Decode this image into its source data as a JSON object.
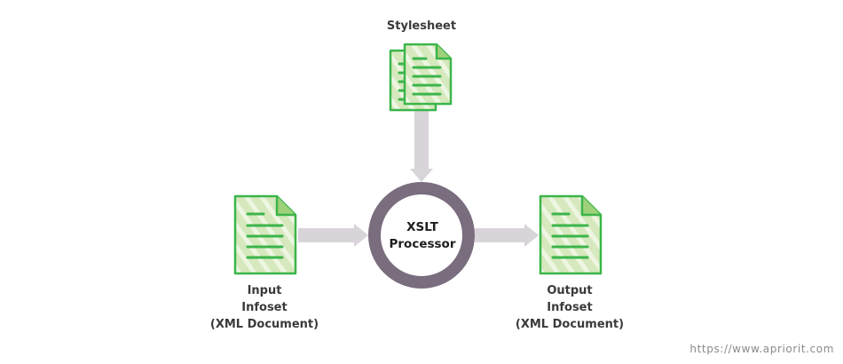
{
  "diagram": {
    "stylesheet_label": "Stylesheet",
    "processor_label": [
      "XSLT",
      "Processor"
    ],
    "input_label": [
      "Input",
      "Infoset",
      "(XML Document)"
    ],
    "output_label": [
      "Output",
      "Infoset",
      "(XML Document)"
    ]
  },
  "footer": {
    "source_url": "https://www.apriorit.com"
  },
  "colors": {
    "document_fill": "#dcebc6",
    "document_stroke": "#3bb54a",
    "document_lines": "#3bb54a",
    "arrow": "#d9d4da",
    "processor_ring": "#7a6d7e",
    "label_text": "#3a3a3a"
  },
  "icons": {
    "stylesheet": "stacked-documents-icon",
    "input": "document-icon",
    "output": "document-icon"
  }
}
